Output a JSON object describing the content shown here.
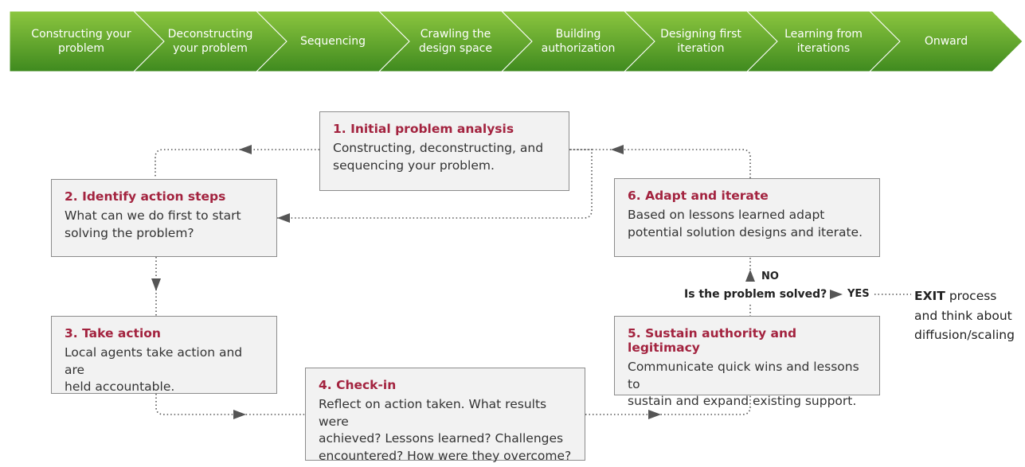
{
  "steps": [
    {
      "label": "Constructing your\nproblem"
    },
    {
      "label": "Deconstructing\nyour problem"
    },
    {
      "label": "Sequencing"
    },
    {
      "label": "Crawling the\ndesign space"
    },
    {
      "label": "Building\nauthorization"
    },
    {
      "label": "Designing first\niteration"
    },
    {
      "label": "Learning from\niterations"
    },
    {
      "label": "Onward"
    }
  ],
  "boxes": {
    "b1": {
      "title": "1. Initial problem analysis",
      "body": "Constructing, deconstructing, and\nsequencing your problem."
    },
    "b2": {
      "title": "2. Identify action steps",
      "body": "What can we do first to start\nsolving the problem?"
    },
    "b3": {
      "title": "3. Take action",
      "body": "Local agents take action and are\nheld accountable."
    },
    "b4": {
      "title": "4. Check-in",
      "body": "Reflect on action taken. What results were\nachieved? Lessons learned? Challenges\nencountered? How were they overcome?"
    },
    "b5": {
      "title": "5. Sustain authority and legitimacy",
      "body": "Communicate quick wins and lessons to\nsustain and expand existing support."
    },
    "b6": {
      "title": "6. Adapt and iterate",
      "body": "Based on lessons learned adapt\npotential solution designs and iterate."
    }
  },
  "decision": {
    "question": "Is the problem solved?",
    "no": "NO",
    "yes": "YES",
    "exit_bold": "EXIT",
    "exit_rest": " process",
    "exit_line2": "and think about",
    "exit_line3": "diffusion/scaling"
  },
  "colors": {
    "chevron_top": "#8cc63f",
    "chevron_bottom": "#3f8a1f",
    "title_red": "#a3233f",
    "box_fill": "#f2f2f2"
  }
}
